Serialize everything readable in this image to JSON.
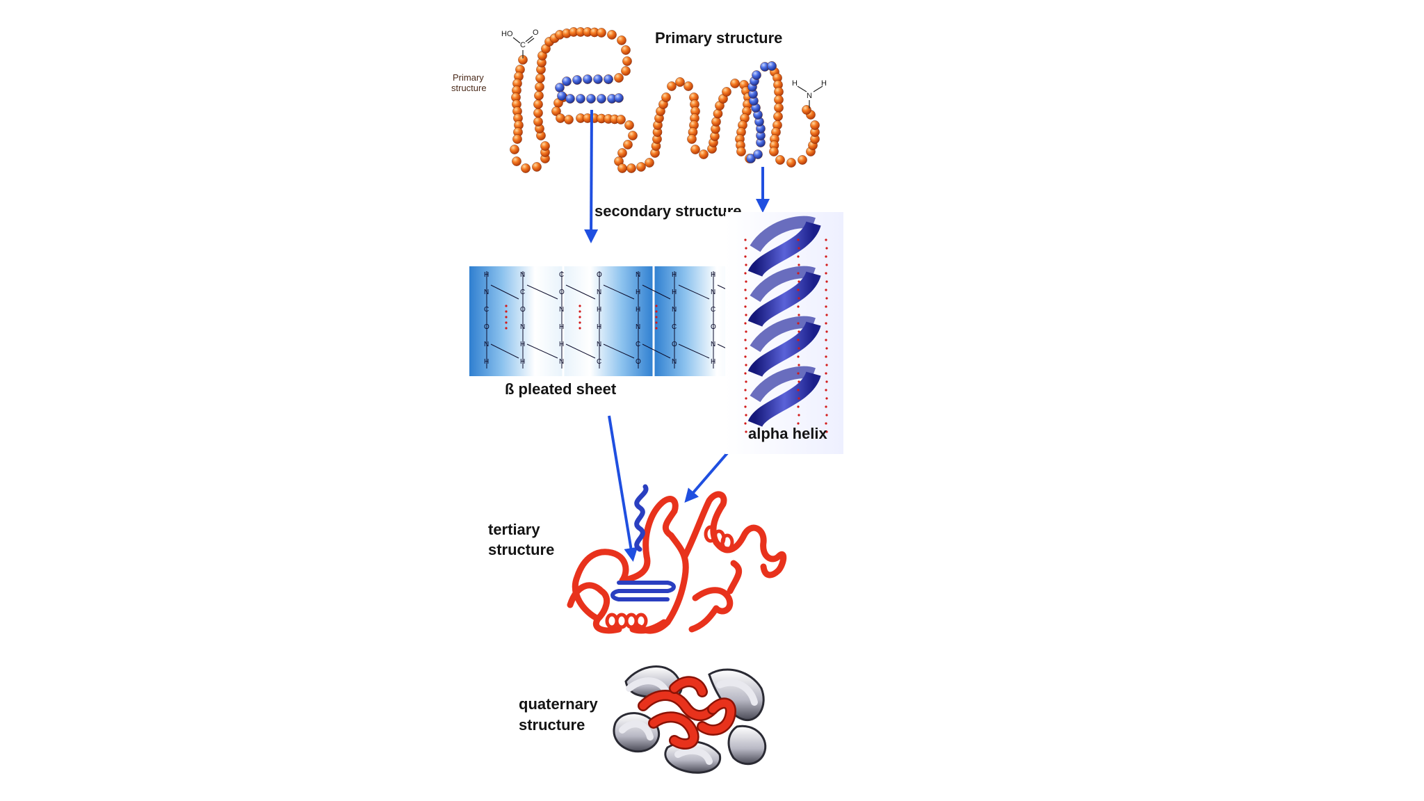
{
  "labels": {
    "primary_title": "Primary structure",
    "primary_side_line1": "Primary",
    "primary_side_line2": "structure",
    "secondary": "secondary structure",
    "beta_sheet": "ß pleated sheet",
    "alpha_helix": "alpha helix",
    "tertiary_line1": "tertiary",
    "tertiary_line2": "structure",
    "quaternary_line1": "quaternary",
    "quaternary_line2": "structure"
  },
  "chem": {
    "carboxyl_ho": "HO",
    "carboxyl_o": "O",
    "carboxyl_c": "C",
    "amine_h1": "H",
    "amine_h2": "H",
    "amine_n": "N"
  },
  "colors": {
    "bead_orange": "#f26a1b",
    "bead_blue": "#3a5fd8",
    "arrow_blue": "#1f4fe0",
    "ribbon_red": "#e8321c",
    "ribbon_blue": "#2a3fc0",
    "sheet_blue": "#3f97d8",
    "helix_blue": "#2b2f9a"
  }
}
